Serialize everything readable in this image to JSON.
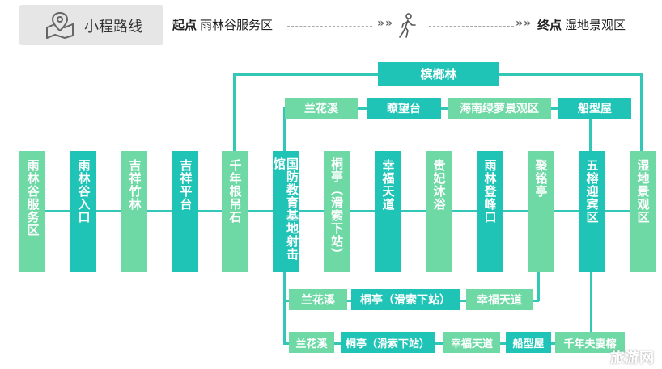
{
  "header": {
    "title": "小程路线",
    "start_label": "起点",
    "start_value": "雨林谷服务区",
    "end_label": "终点",
    "end_value": "湿地景观区",
    "map_icon": "map-pin-icon",
    "walk_icon": "walking-person-icon",
    "arrow_glyph": "»"
  },
  "top_route": {
    "top": "槟榔林"
  },
  "upper_branch": [
    "兰花溪",
    "瞭望台",
    "海南绿萝景观区",
    "船型屋"
  ],
  "main_stops": [
    "雨林谷服务区",
    "雨林谷入口",
    "吉祥竹林",
    "吉祥平台",
    "千年根吊石",
    "国防教育基地射击馆",
    "桐亭（滑索下站）",
    "幸福天道",
    "贵妃沐浴",
    "雨林登峰口",
    "聚铭亭",
    "五榕迎宾区",
    "湿地景观区"
  ],
  "lower_branch_1": [
    "兰花溪",
    "桐亭（滑索下站）",
    "幸福天道"
  ],
  "lower_branch_2": [
    "兰花溪",
    "桐亭（滑索下站）",
    "幸福天道",
    "船型屋",
    "千年夫妻榕"
  ],
  "watermark": "旅游网",
  "colors": {
    "dark": "#1fc4b6",
    "light": "#6fd9a6",
    "line": "#33c7b8",
    "header_bg": "#e6e6e6"
  }
}
